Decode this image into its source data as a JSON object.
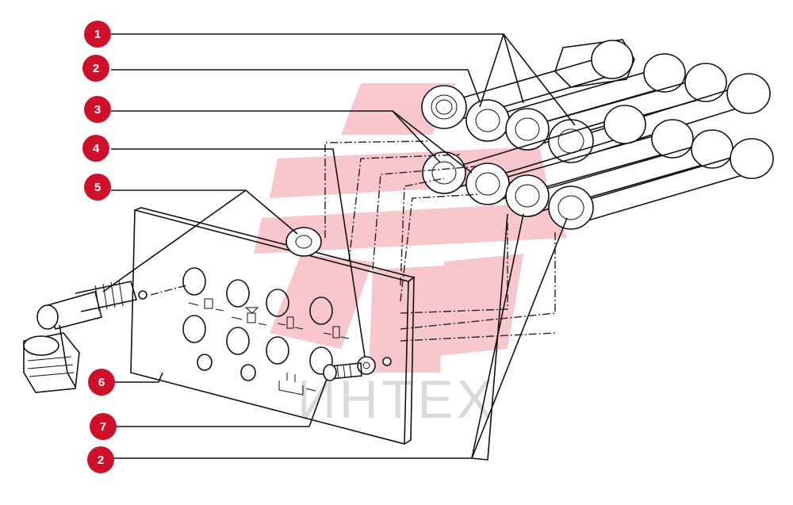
{
  "callouts": [
    {
      "label": "1"
    },
    {
      "label": "2"
    },
    {
      "label": "3"
    },
    {
      "label": "4"
    },
    {
      "label": "5"
    },
    {
      "label": "6"
    },
    {
      "label": "7"
    },
    {
      "label": "2"
    }
  ],
  "watermark": {
    "text": "ИНТЕХ"
  },
  "colors": {
    "badge": "#d0102a",
    "watermark": "#e53a48",
    "ink": "#111111"
  }
}
